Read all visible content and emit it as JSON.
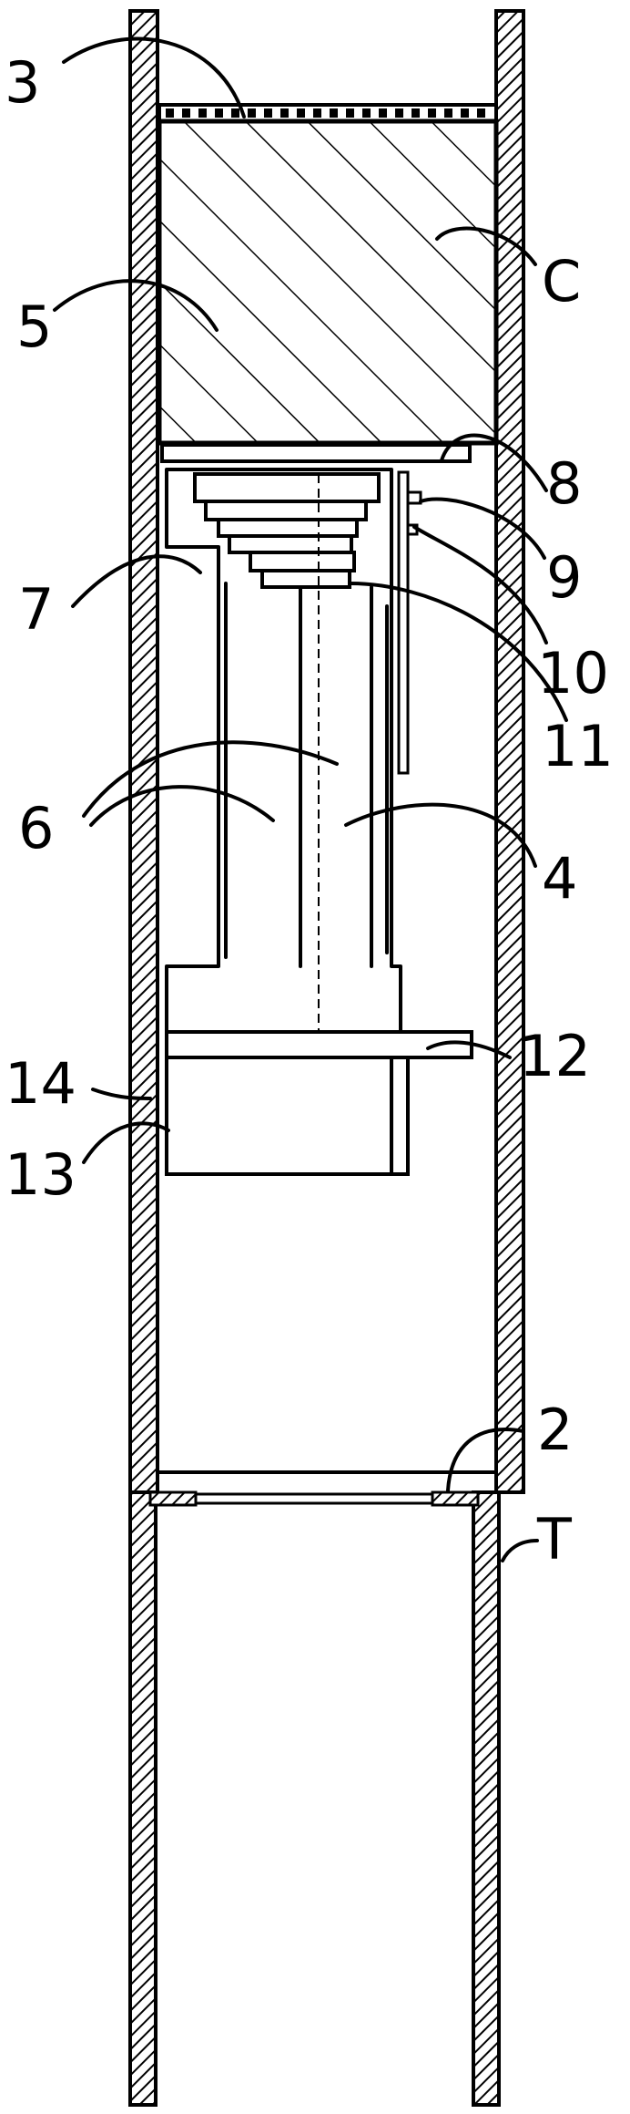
{
  "figure": {
    "labels": {
      "l3": "3",
      "l5": "5",
      "lC": "C",
      "l8": "8",
      "l7": "7",
      "l9": "9",
      "l10": "10",
      "l11": "11",
      "l6": "6",
      "l4": "4",
      "l12": "12",
      "l14": "14",
      "l13": "13",
      "l2": "2",
      "lT": "T"
    }
  }
}
